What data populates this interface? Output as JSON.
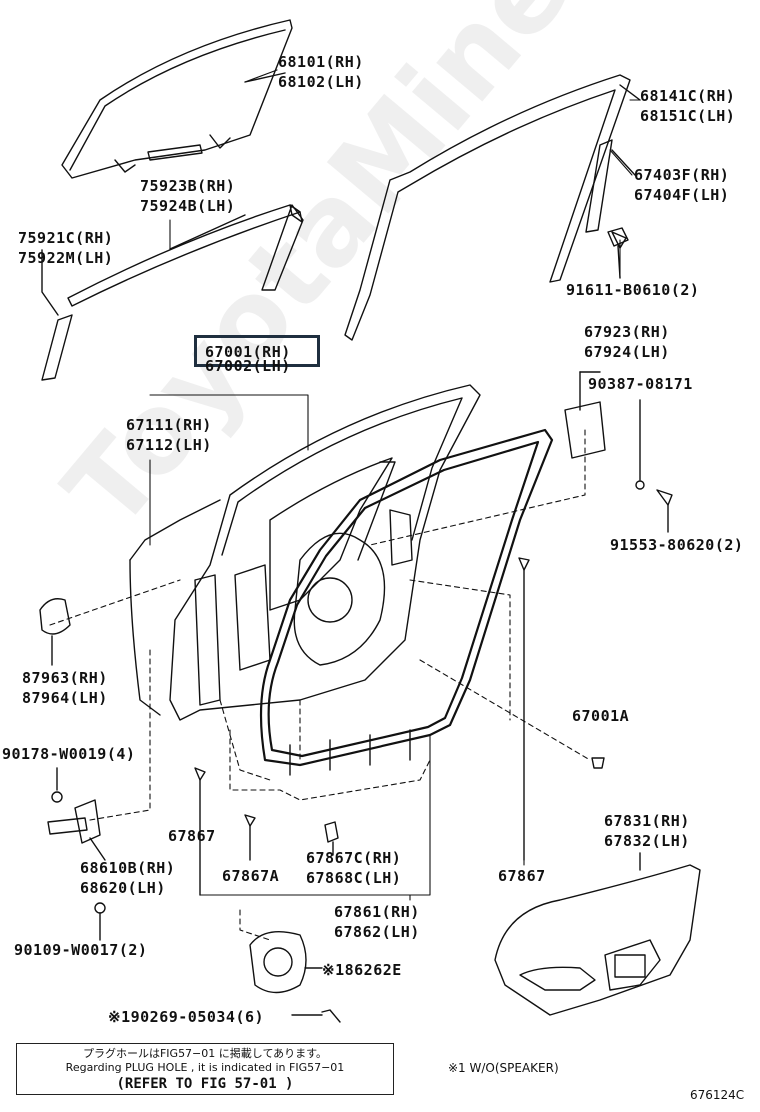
{
  "watermark": "ToyotaMiner.ru",
  "labels": {
    "l68101": [
      "68101(RH)",
      "68102(LH)"
    ],
    "l68141": [
      "68141C(RH)",
      "68151C(LH)"
    ],
    "l67403": [
      "67403F(RH)",
      "67404F(LH)"
    ],
    "l75923": [
      "75923B(RH)",
      "75924B(LH)"
    ],
    "l75921": [
      "75921C(RH)",
      "75922M(LH)"
    ],
    "l91611": [
      "91611-B0610(2)"
    ],
    "l67001": [
      "67001(RH)",
      "67002(LH)"
    ],
    "l67923": [
      "67923(RH)",
      "67924(LH)"
    ],
    "l90387": [
      "90387-08171"
    ],
    "l67111": [
      "67111(RH)",
      "67112(LH)"
    ],
    "l91553": [
      "91553-80620(2)"
    ],
    "l87963": [
      "87963(RH)",
      "87964(LH)"
    ],
    "l67001a": [
      "67001A"
    ],
    "l90178": [
      "90178-W0019(4)"
    ],
    "l67867left": [
      "67867"
    ],
    "l67831": [
      "67831(RH)",
      "67832(LH)"
    ],
    "l68610": [
      "68610B(RH)",
      "68620(LH)"
    ],
    "l67867a": [
      "67867A"
    ],
    "l67867c": [
      "67867C(RH)",
      "67868C(LH)"
    ],
    "l67867right": [
      "67867"
    ],
    "l67861": [
      "67861(RH)",
      "67862(LH)"
    ],
    "l90109": [
      "90109-W0017(2)"
    ],
    "l186262": [
      "※186262E"
    ],
    "l190269": [
      "※190269-05034(6)"
    ]
  },
  "note": {
    "line1": "プラグホールはFIG57−01 に掲載してあります。",
    "line2": "Regarding PLUG HOLE , it is indicated in FIG57−01",
    "line3": "(REFER TO FIG 57-01 )"
  },
  "footnote": "※1 W/O(SPEAKER)",
  "figure_code": "676124C"
}
